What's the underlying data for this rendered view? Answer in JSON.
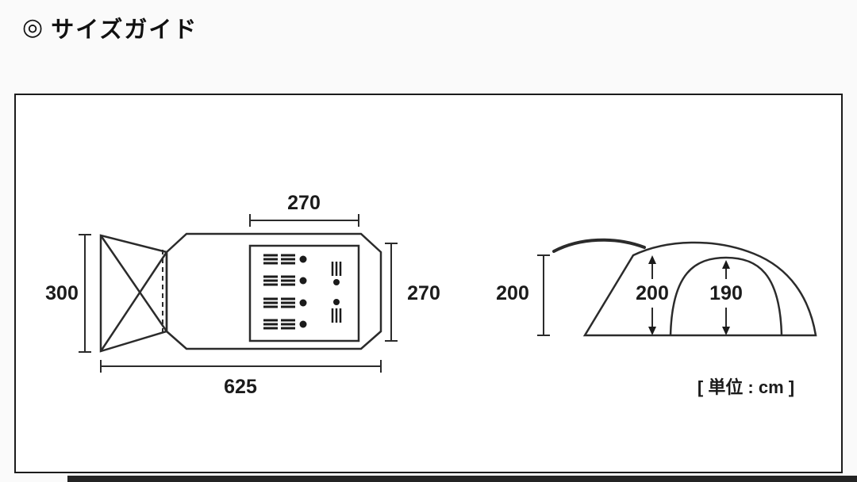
{
  "header": {
    "icon": "◎",
    "title": "サイズガイド"
  },
  "floor_plan": {
    "inner_width": "270",
    "left_height": "300",
    "right_height": "270",
    "total_length": "625"
  },
  "side_view": {
    "outer_height": "200",
    "inner_height": "200",
    "dome_height": "190"
  },
  "unit_label": "[ 単位 : cm ]"
}
